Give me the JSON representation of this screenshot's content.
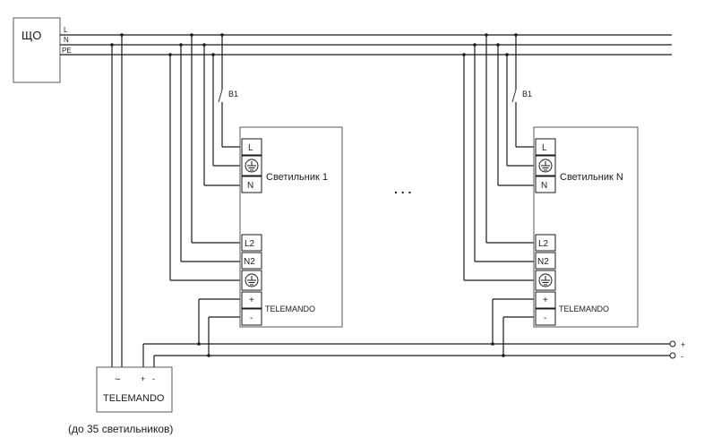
{
  "panel": {
    "label": "ЩО"
  },
  "bus": {
    "l_label": "L",
    "n_label": "N",
    "pe_label": "PE"
  },
  "luminaires": [
    {
      "switch_label": "В1",
      "title": "Светильник 1",
      "terminal_l": "L",
      "terminal_n": "N",
      "terminal_l2": "L2",
      "terminal_n2": "N2",
      "terminal_plus": "+",
      "terminal_minus": "-",
      "dim_label": "TELEMANDO"
    },
    {
      "switch_label": "В1",
      "title": "Светильник N",
      "terminal_l": "L",
      "terminal_n": "N",
      "terminal_l2": "L2",
      "terminal_n2": "N2",
      "terminal_plus": "+",
      "terminal_minus": "-",
      "dim_label": "TELEMANDO"
    }
  ],
  "ellipsis": ". . .",
  "controller": {
    "tilde": "~",
    "plus": "+",
    "minus": "-",
    "label": "TELEMANDO",
    "note": "(до 35 светильников)"
  },
  "bus_out": {
    "plus": "+",
    "minus": "-"
  }
}
